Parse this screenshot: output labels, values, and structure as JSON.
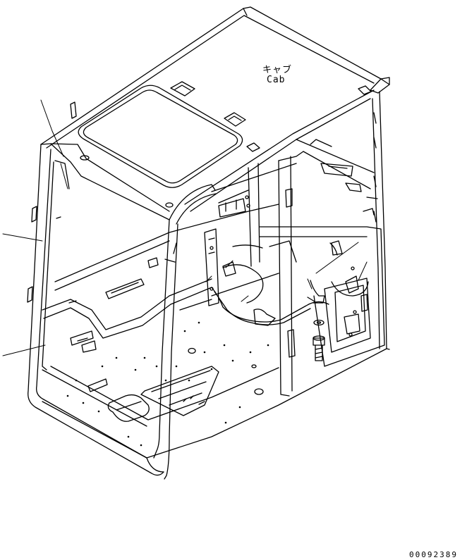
{
  "diagram": {
    "part_label_jp": "キャブ",
    "part_label_en": "Cab",
    "drawing_number": "00092389"
  },
  "colors": {
    "line": "#000000",
    "background": "#ffffff"
  }
}
